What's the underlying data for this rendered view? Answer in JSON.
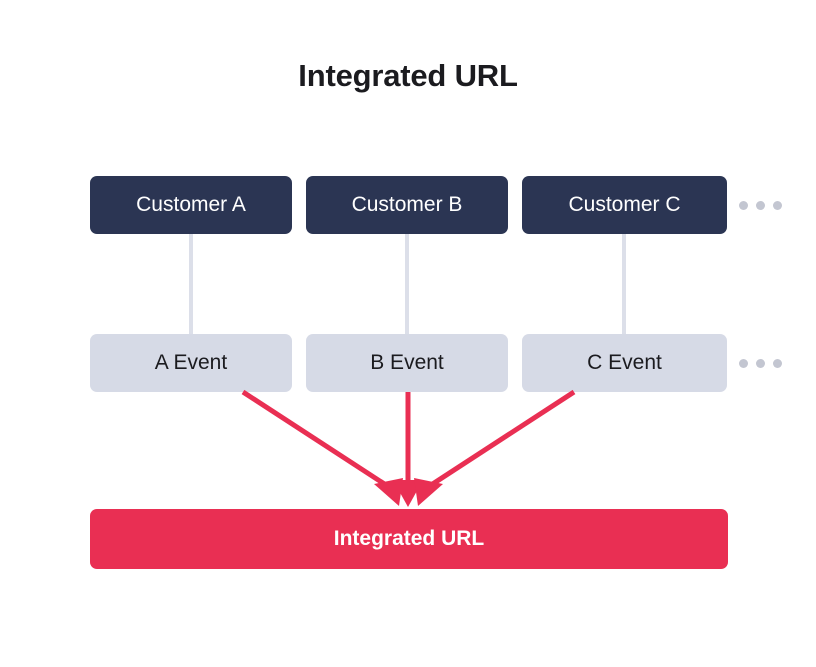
{
  "diagram": {
    "title": "Integrated URL",
    "background_color": "#ffffff",
    "title_color": "#1b1b1f",
    "colors": {
      "customer_box": "#2b3553",
      "customer_text": "#ffffff",
      "event_box": "#d6dae6",
      "event_text": "#1b1b1f",
      "connector_line": "#dcdfe9",
      "arrow": "#e92f53",
      "integrated_bar": "#e92f53",
      "integrated_text": "#ffffff",
      "ellipsis_dot": "#c3c6d1"
    },
    "columns": [
      {
        "customer_label": "Customer A",
        "event_label": "A Event"
      },
      {
        "customer_label": "Customer B",
        "event_label": "B Event"
      },
      {
        "customer_label": "Customer C",
        "event_label": "C Event"
      }
    ],
    "ellipsis": {
      "customers_row": "• • •",
      "events_row": "• • •",
      "dot_count": 3
    },
    "integrated": {
      "label": "Integrated URL"
    },
    "arrows": {
      "count": 3,
      "direction": "events-to-integrated-url",
      "description": "Three red arrows converge from the A Event, B Event and C Event boxes down onto the Integrated URL bar"
    }
  }
}
